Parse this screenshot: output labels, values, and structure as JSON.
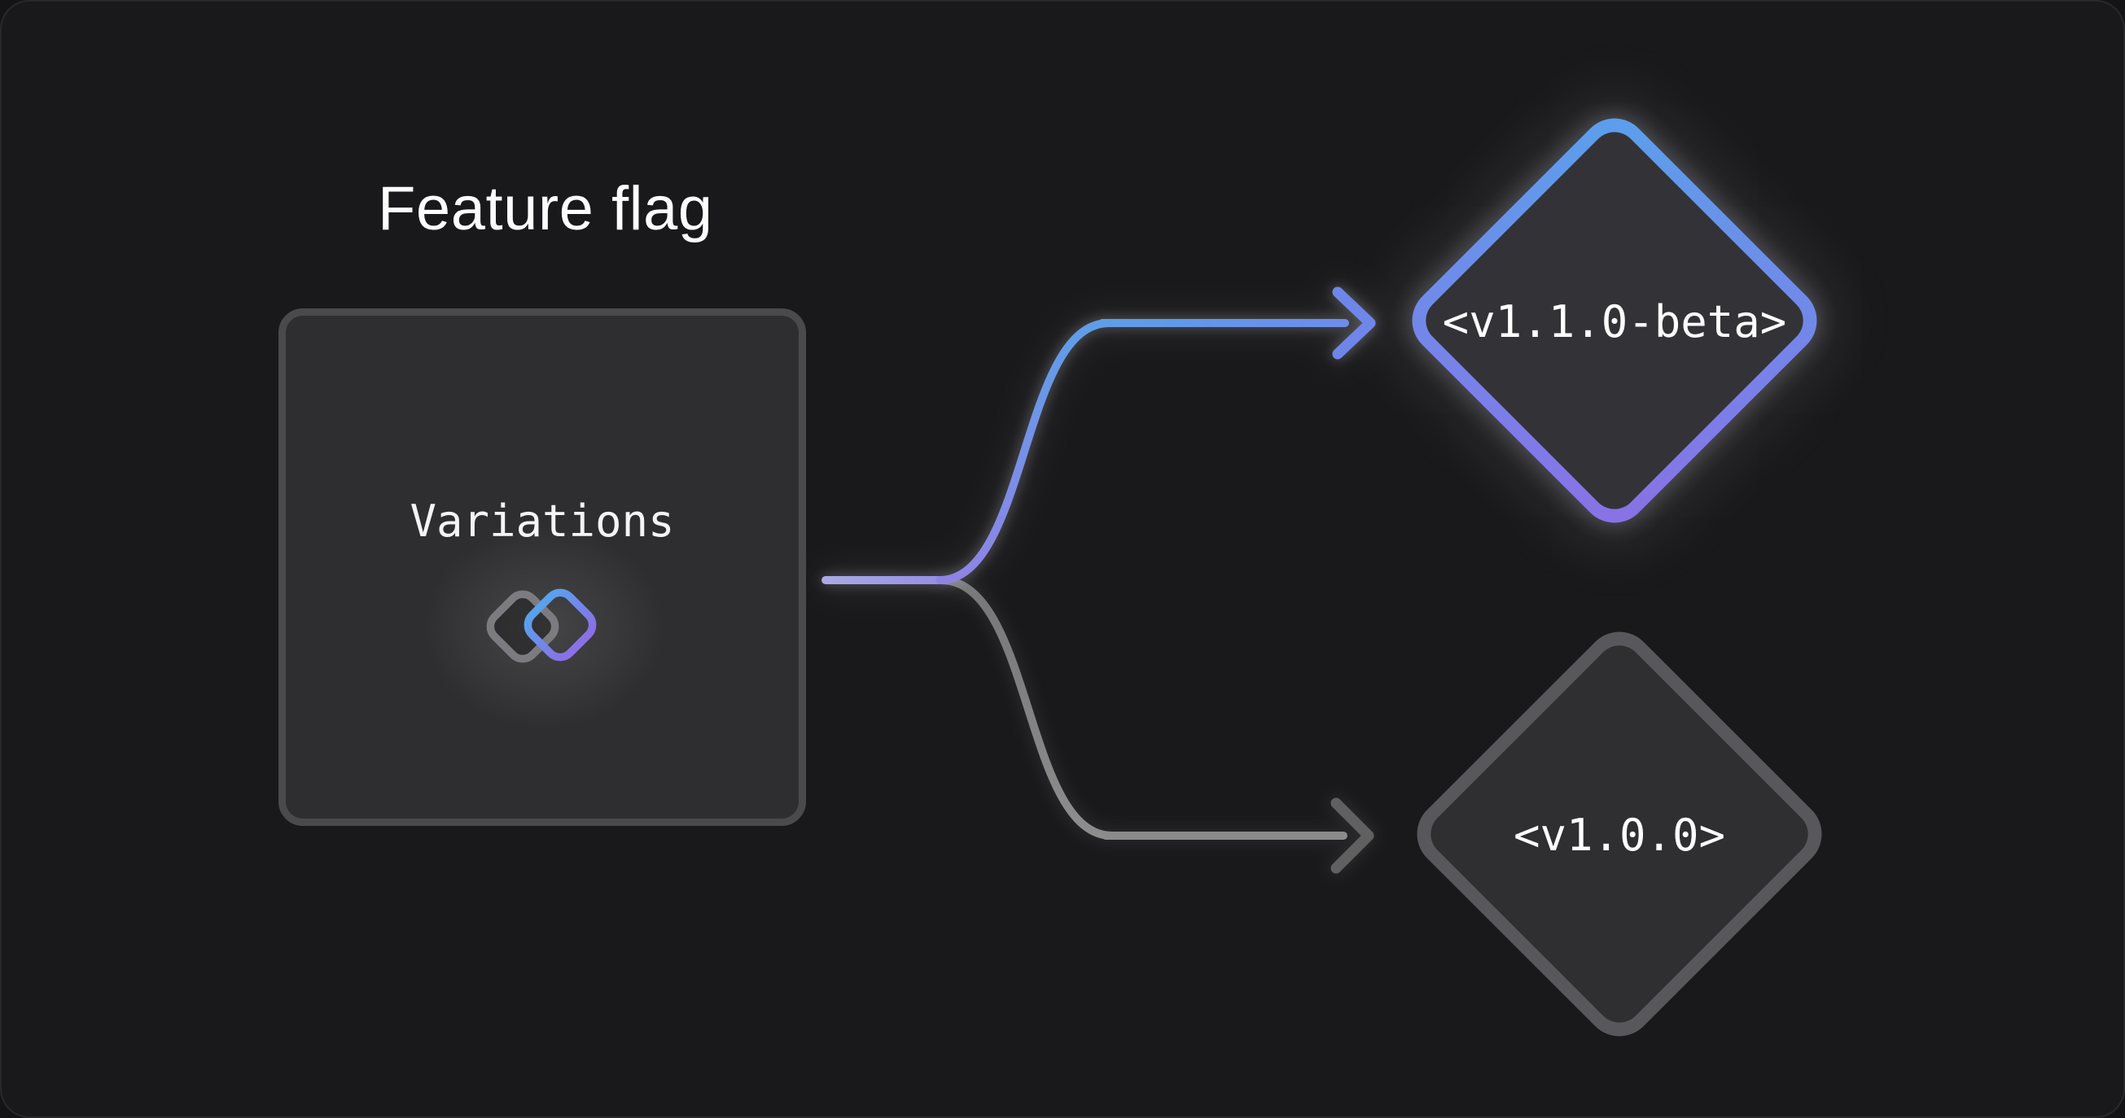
{
  "title": "Feature flag",
  "nodes": {
    "source": {
      "label": "Variations",
      "icon": "overlapping-diamonds-icon"
    },
    "beta": {
      "label": "<v1.1.0-beta>"
    },
    "stable": {
      "label": "<v1.0.0>"
    }
  },
  "branches": [
    {
      "from": "source",
      "to": "beta",
      "style": "highlighted-gradient",
      "arrow": "right-arrow-icon"
    },
    {
      "from": "source",
      "to": "stable",
      "style": "muted-gray",
      "arrow": "right-arrow-icon"
    }
  ],
  "colors": {
    "background": "#19191b",
    "box_fill": "#2e2e30",
    "box_border": "#4a4a4d",
    "accent_blue": "#5aa0ec",
    "accent_purple": "#8a70e6",
    "accent_lavender": "#aaaae4",
    "gray_line": "#8b8b8b",
    "gray_chevron": "#616161",
    "diamond_fill_beta": "#333337",
    "diamond_fill_stable": "#2f2f31",
    "diamond_border_stable": "#58585c",
    "text": "#ffffff"
  }
}
